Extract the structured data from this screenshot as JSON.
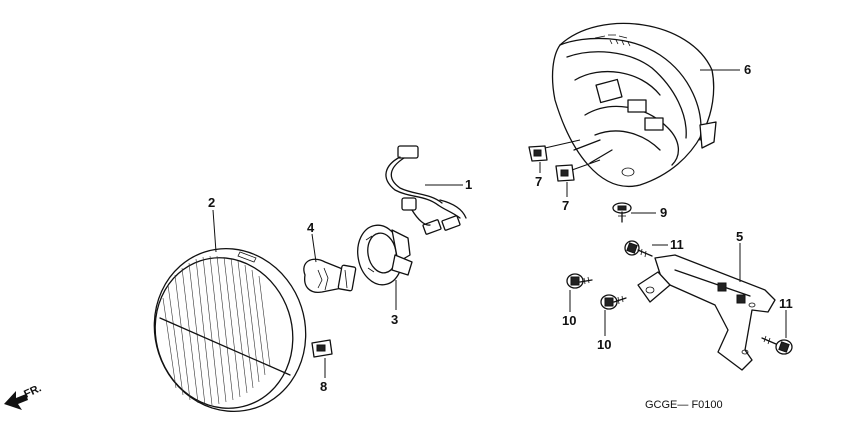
{
  "diagram": {
    "callouts": {
      "p1": "1",
      "p2": "2",
      "p3": "3",
      "p4": "4",
      "p5": "5",
      "p6": "6",
      "p7a": "7",
      "p7b": "7",
      "p8": "8",
      "p9": "9",
      "p10a": "10",
      "p10b": "10",
      "p11a": "11",
      "p11b": "11"
    },
    "front_indicator": "FR.",
    "figure_code": "GCGE— F0100"
  }
}
